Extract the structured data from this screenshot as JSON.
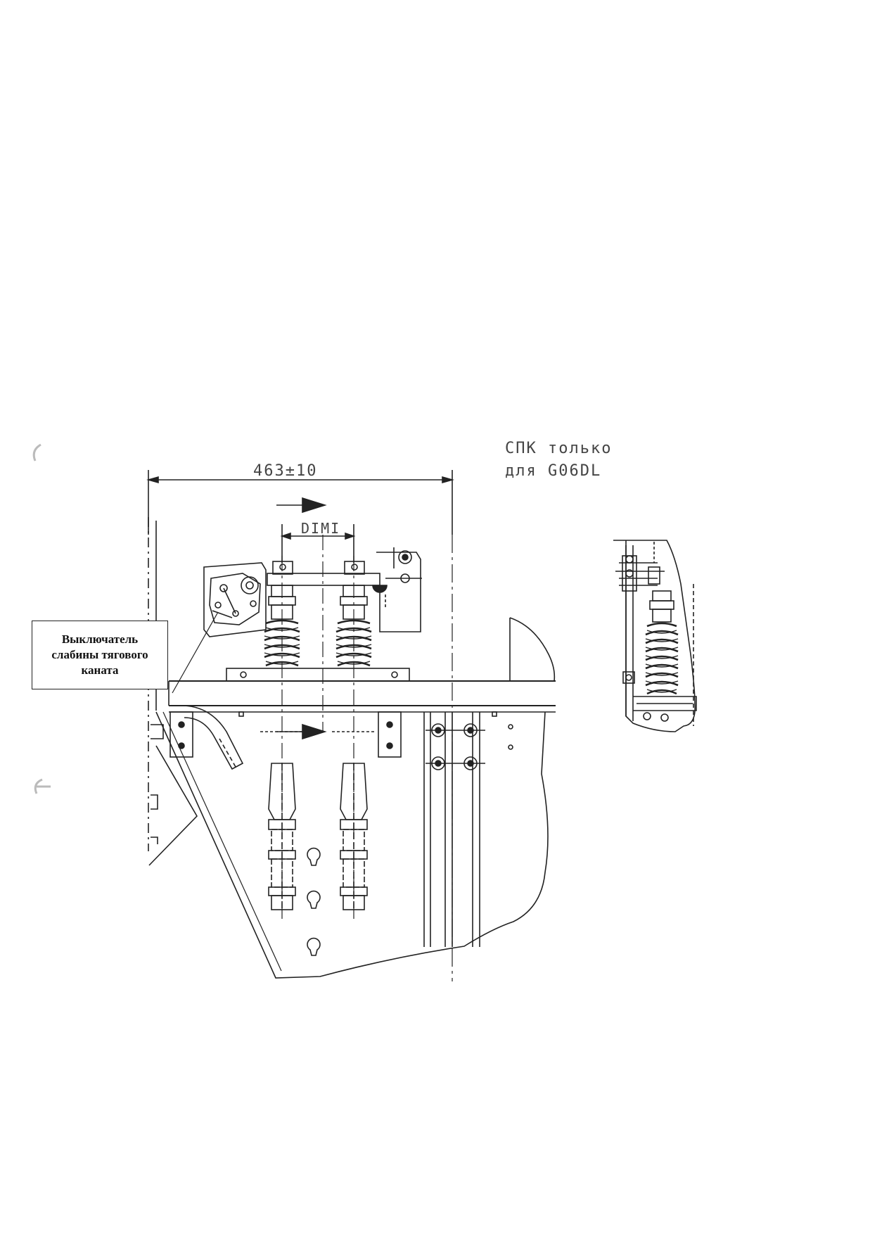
{
  "drawing": {
    "dimension_overall": "463±10",
    "dimension_inner": "DIMI",
    "note_line1": "СПК только",
    "note_line2": "для G06DL"
  },
  "callout": {
    "line1": "Выключатель",
    "line2": "слабины тягового",
    "line3": "каната"
  }
}
